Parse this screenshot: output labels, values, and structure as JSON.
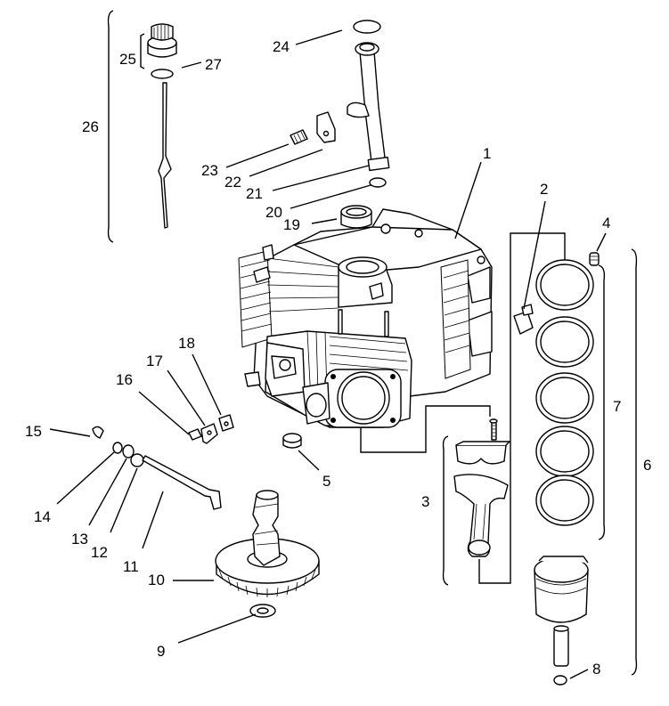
{
  "diagram": {
    "callouts": [
      {
        "id": "c1",
        "text": "1"
      },
      {
        "id": "c2",
        "text": "2"
      },
      {
        "id": "c3",
        "text": "3"
      },
      {
        "id": "c4",
        "text": "4"
      },
      {
        "id": "c5",
        "text": "5"
      },
      {
        "id": "c6",
        "text": "6"
      },
      {
        "id": "c7",
        "text": "7"
      },
      {
        "id": "c8",
        "text": "8"
      },
      {
        "id": "c9",
        "text": "9"
      },
      {
        "id": "c10",
        "text": "10"
      },
      {
        "id": "c11",
        "text": "11"
      },
      {
        "id": "c12",
        "text": "12"
      },
      {
        "id": "c13",
        "text": "13"
      },
      {
        "id": "c14",
        "text": "14"
      },
      {
        "id": "c15",
        "text": "15"
      },
      {
        "id": "c16",
        "text": "16"
      },
      {
        "id": "c17",
        "text": "17"
      },
      {
        "id": "c18",
        "text": "18"
      },
      {
        "id": "c19",
        "text": "19"
      },
      {
        "id": "c20",
        "text": "20"
      },
      {
        "id": "c21",
        "text": "21"
      },
      {
        "id": "c22",
        "text": "22"
      },
      {
        "id": "c23",
        "text": "23"
      },
      {
        "id": "c24",
        "text": "24"
      },
      {
        "id": "c25",
        "text": "25"
      },
      {
        "id": "c26",
        "text": "26"
      },
      {
        "id": "c27",
        "text": "27"
      }
    ],
    "colors": {
      "ink": "#000000",
      "paper": "#ffffff"
    }
  }
}
